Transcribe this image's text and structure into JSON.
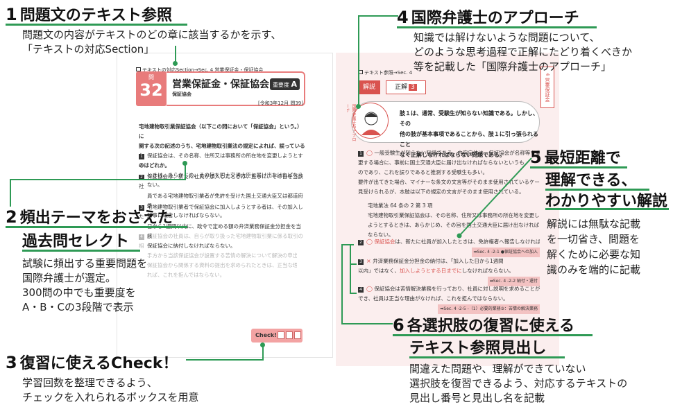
{
  "callouts": {
    "c1": {
      "num": "1",
      "title": "問題文のテキスト参照",
      "desc": [
        "問題文の内容がテキストのどの章に該当するかを示す、",
        "「テキストの対応Section」"
      ]
    },
    "c2": {
      "num": "2",
      "title_line1": "頻出テーマをおさえた",
      "title_line2": "過去問セレクト",
      "desc": [
        "試験に頻出する重要問題を",
        "国際弁護士が選定。",
        "300問の中でも重要度を",
        "A・B・Cの3段階で表示"
      ]
    },
    "c3": {
      "num": "3",
      "title": "復習に使えるCheck！",
      "desc": [
        "学習回数を整理できるよう、",
        "チェックを入れられるボックスを用意"
      ]
    },
    "c4": {
      "num": "4",
      "title": "国際弁護士のアプローチ",
      "desc": [
        "知識では解けないような問題について、",
        "どのような思考過程で正解にたどり着くべきか",
        "等を記載した「国際弁護士のアプローチ」"
      ]
    },
    "c5": {
      "num": "5",
      "title_line1": "最短距離で",
      "title_line2": "理解できる、",
      "title_line3": "わかりやすい解説",
      "desc": [
        "解説には無駄な記載",
        "を一切省き、問題を",
        "解くために必要な知",
        "識のみを端的に記載"
      ]
    },
    "c6": {
      "num": "6",
      "title_line1": "各選択肢の復習に使える",
      "title_line2": "テキスト参照見出し",
      "desc": [
        "間違えた問題や、理解ができていない",
        "選択肢を復習できるよう、対応するテキストの",
        "見出し番号と見出し名を記載"
      ]
    }
  },
  "left_page": {
    "ref_line": "テキストの対応Section→Sec. 4 営業保証金・保証協会",
    "q_label": "問",
    "q_number": "32",
    "title": "営業保証金・保証協会",
    "subtitle": "保証協会",
    "importance_label": "重要度",
    "importance": "A",
    "exam_year": "[令和3年12月 問39]",
    "question": [
      "宅地建物取引業保証協会（以下この問において「保証協会」という。）に",
      "関する次の記述のうち、宅地建物取引業法の規定によれば、誤っているも",
      "のはどれか。"
    ],
    "choices": [
      {
        "n": "1",
        "lines": [
          "保証協会は、その名称、住所又は事務所の所在地を変更しようとする",
          "ときは、あらかじめ、その旨を国土交通大臣に届け出なければならない。"
        ]
      },
      {
        "n": "2",
        "lines": [
          "保証協会は、新たに社員が加入したときは、直ちに、その旨を当該社",
          "員である宅地建物取引業者が免許を受けた国土交通大臣又は都道府県",
          "知事に報告しなければならない。"
        ]
      },
      {
        "n": "3",
        "lines": [
          "宅地建物取引業者で保証協会に加入しようとする者は、その加入した",
          "日から1週間以内に、政令で定める額の弁済業務保証金分担金を当該",
          "保証協会に納付しなければならない。"
        ]
      },
      {
        "n": "4",
        "lines": [
          "保証協会の社員は、自らが取り扱った宅地建物取引業に係る取引の相",
          "手方から当該保証協会が設置する苦情の解決について解決の申出が保証協会にあり、",
          "保証協会から関係する資料の提出を求められたときは、正当な理由がある場合でなけ",
          "れば、これを拒んではならない。"
        ]
      }
    ],
    "check_label": "Check!"
  },
  "right_page": {
    "ref_line": "テキスト参照→Sec. 4",
    "tab_kaisetsu": "解説",
    "tab_seikai": "正解",
    "answer": "3",
    "side_index": "4 営業保証金",
    "approach_circle_label": "国際弁護士のアプローチ",
    "approach_text": [
      "肢１は、通常、受験生が知らない知識である。しかし、その",
      "他の肢が基本事項であることから、肢１に引っ張られること",
      "なく正解しなければならない問題である。"
    ],
    "explanations": [
      {
        "n": "1",
        "mark": "◯",
        "lines": [
          "一般受験生が知らない知識である。内容自体は、保証協会が名称等を変",
          "更する場合に、事前に国土交通大臣に届け出なければならないというも",
          "のであり、これを誤りであると推測する受験生も多い。",
          "要件が出てきた場合、マイナーな条文の文言等がそのまま使用されているケースが",
          "見受けられるが、本肢は以下の規定の文言がそのまま使用されている。"
        ],
        "law": [
          "宅地業法 64 条の 2 第 3 項",
          "宅地建物取引業保証協会は、その名称、住所又は事務所の所在地を変更し",
          "ようとするときは、あらかじめ、その旨を国土交通大臣に届け出なければ",
          "ならない。"
        ]
      },
      {
        "n": "2",
        "mark": "◯",
        "red": "保証協会",
        "text": "は、新たに社員が加入したときは、免許権者へ報告しなければならない。",
        "ref": "➡Sec. 4 -2-1 ●保証協会への加入"
      },
      {
        "n": "3",
        "mark": "×",
        "text": "弁済業務保証金分担金の納付は、「加入した日から1週間",
        "text2": "以内」ではなく、",
        "red": "加入しようとする日までに",
        "text3": "しなければならない。",
        "ref": "➡Sec. 4 -2-2 納付・還付"
      },
      {
        "n": "4",
        "mark": "◯",
        "text": "保証協会は苦情解決業務を行っており、社員に対し説明を求めることが",
        "text2": "でき、社員は正当な理由がなければ、これを拒んではならない。",
        "ref": "➡Sec. 4 -2-5 -（1）必要的業務③：苦情の解決業務"
      }
    ]
  }
}
